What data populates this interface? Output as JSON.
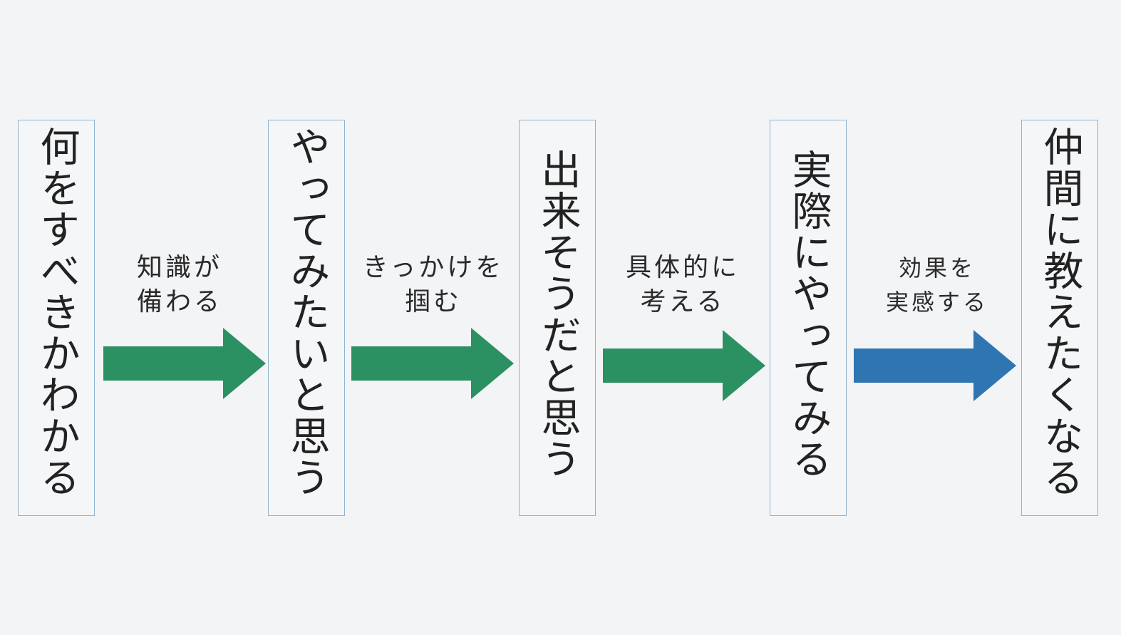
{
  "steps": [
    {
      "text": "何をすべきかわかる"
    },
    {
      "text": "やってみたいと思う"
    },
    {
      "text": "出来そうだと思う"
    },
    {
      "text": "実際にやってみる"
    },
    {
      "text": "仲間に教えたくなる"
    }
  ],
  "transitions": [
    {
      "line1": "知識が",
      "line2": "備わる",
      "color": "#2b9162"
    },
    {
      "line1": "きっかけを",
      "line2": "掴む",
      "color": "#2b9162"
    },
    {
      "line1": "具体的に",
      "line2": "考える",
      "color": "#2b9162"
    },
    {
      "line1": "効果を",
      "line2": "実感する",
      "color": "#2f75b1"
    }
  ]
}
